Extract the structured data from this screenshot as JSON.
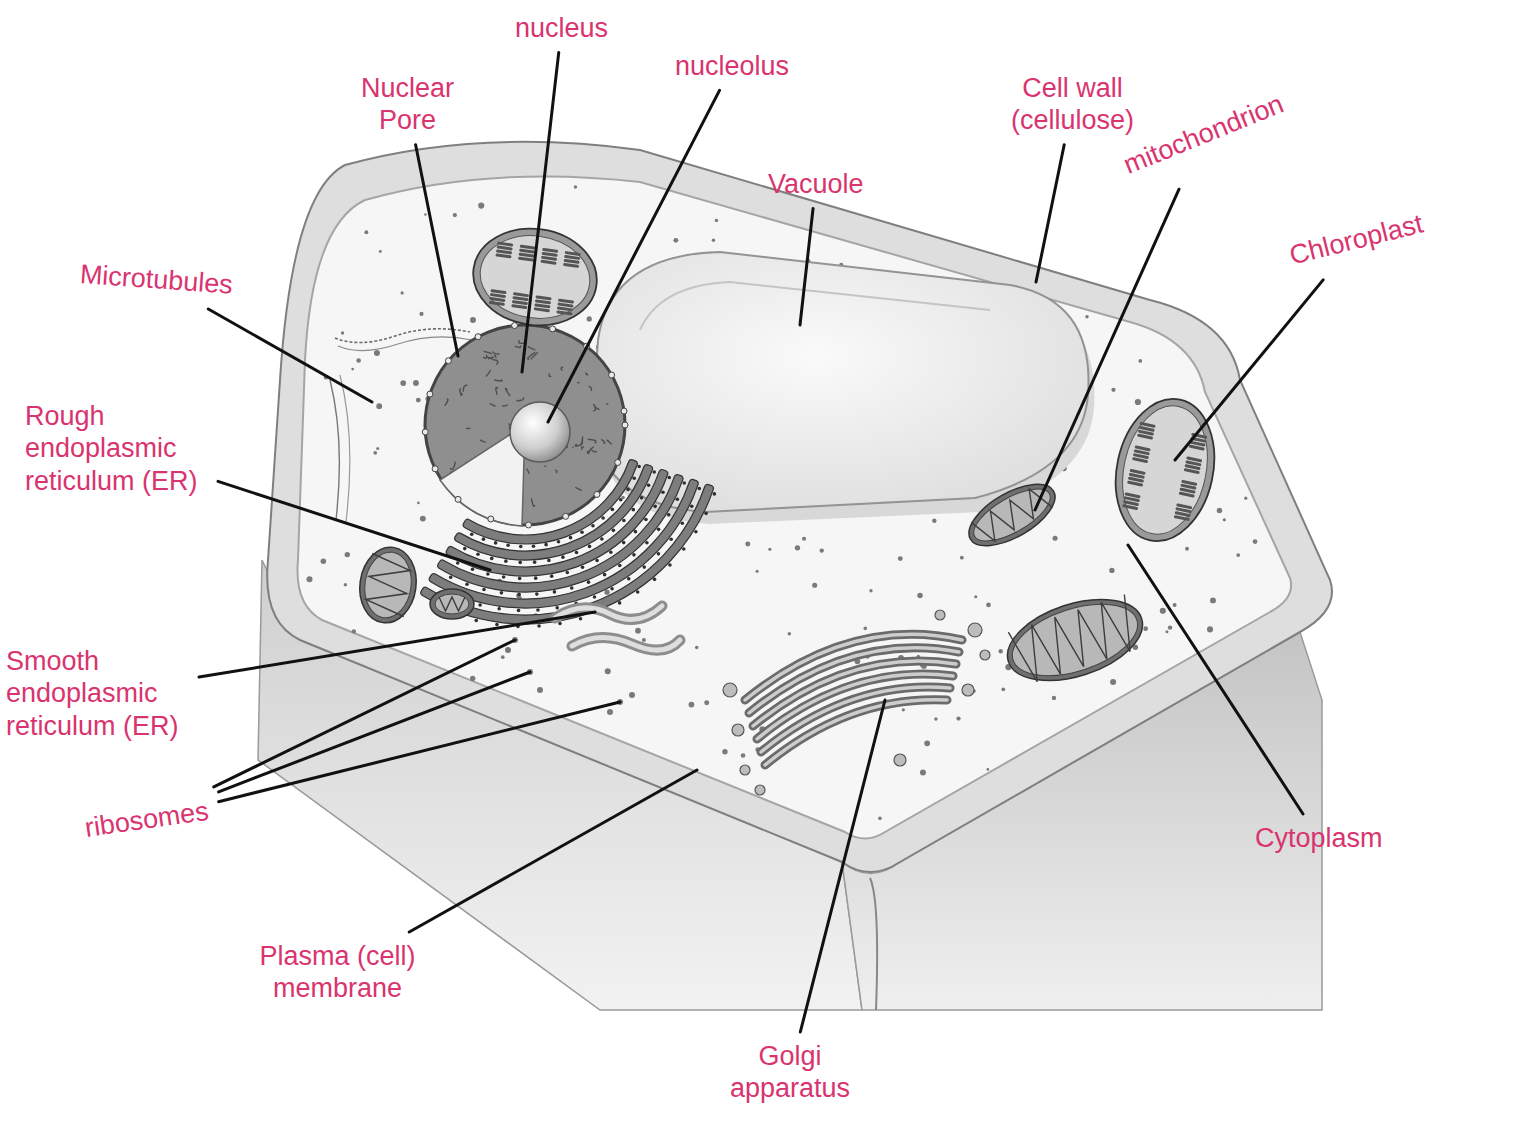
{
  "diagram": {
    "labels": [
      "nucleus",
      "Nuclear Pore",
      "nucleolus",
      "Cell wall (cellulose)",
      "Vacuole",
      "mitochondrion",
      "Chloroplast",
      "Microtubules",
      "Rough endoplasmic reticulum (ER)",
      "Smooth endoplasmic reticulum (ER)",
      "ribosomes",
      "Plasma (cell) membrane",
      "Golgi apparatus",
      "Cytoplasm"
    ]
  }
}
